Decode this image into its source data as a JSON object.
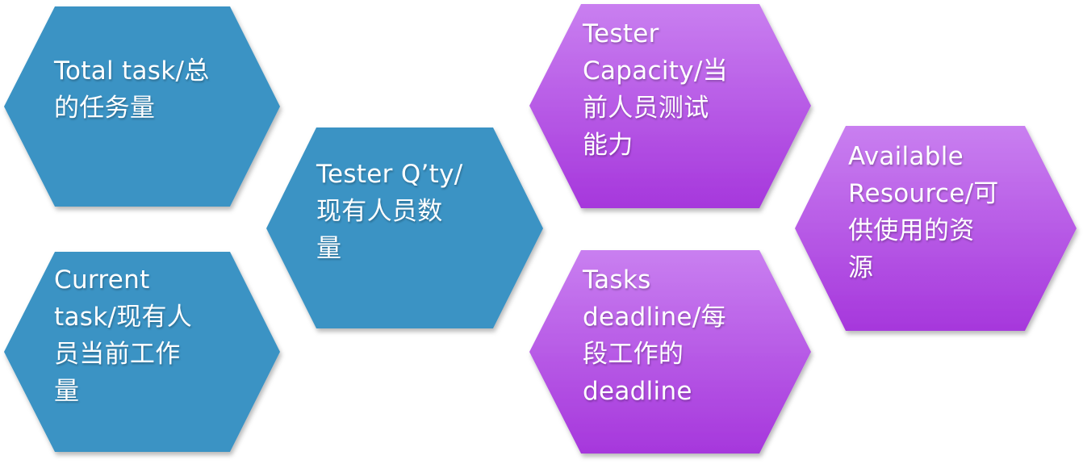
{
  "colors": {
    "blue_fill": "#3a93c4",
    "purple_top": "#c97ff0",
    "purple_bottom": "#a637dc"
  },
  "hexagons": [
    {
      "id": "total-task",
      "theme": "blue",
      "lines": [
        "Total task/总",
        "的任务量"
      ]
    },
    {
      "id": "current-task",
      "theme": "blue",
      "lines": [
        "Current",
        "task/现有人",
        "员当前工作",
        "量"
      ]
    },
    {
      "id": "tester-qty",
      "theme": "blue",
      "lines": [
        "Tester Q’ty/",
        "现有人员数",
        "量"
      ]
    },
    {
      "id": "tester-capacity",
      "theme": "purple",
      "lines": [
        "Tester",
        "Capacity/当",
        "前人员测试",
        "能力"
      ]
    },
    {
      "id": "tasks-deadline",
      "theme": "purple",
      "lines": [
        "Tasks",
        "deadline/每",
        "段工作的",
        "deadline"
      ]
    },
    {
      "id": "available-resource",
      "theme": "purple",
      "lines": [
        "Available",
        "Resource/可",
        "供使用的资",
        "源"
      ]
    }
  ]
}
